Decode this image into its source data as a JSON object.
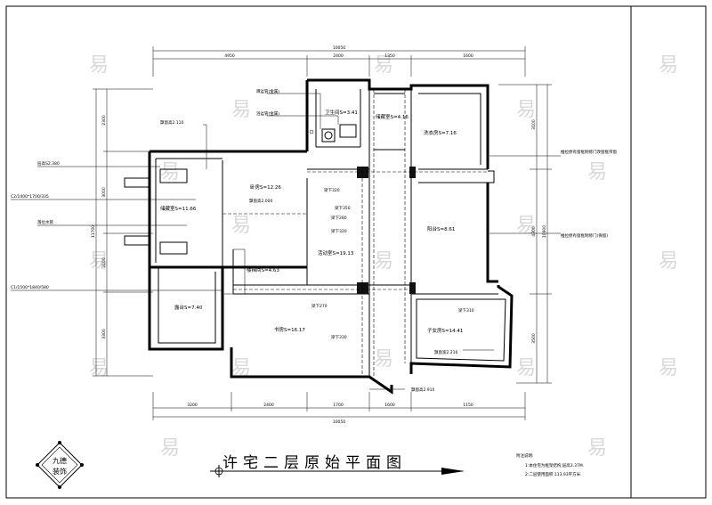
{
  "title": "许宅二层原始平面图",
  "logo_text": [
    "九德",
    "装饰"
  ],
  "rooms": {
    "bath": "卫生间S=3.41",
    "storage_top": "储藏室S=4.16",
    "laundry": "洗衣房S=7.16",
    "bedroom": "卧房S=12.26",
    "storage_left": "储藏室S=11.66",
    "activity": "活动室S=19.13",
    "stair": "楼梯间S=4.63",
    "balcony": "阳台S=8.61",
    "terrace": "露台S=7.40",
    "study": "书房S=16.17",
    "child_room": "子女房S=14.41"
  },
  "callouts": {
    "bath_fixture1": "蹲盆管(金属)",
    "bath_fixture2": "浴盆管(金属)",
    "window_bay1": "飘窗高2.110",
    "floor_height": "层高S2.380",
    "c2_window": "C2/1400*1700/335",
    "downpipe": "落位水管",
    "c1_window": "C1/1500*1840/580",
    "bay_height": "飘窗高2.000",
    "laundry_door": "推拉原有窗框制修门改窗框带窗",
    "balcony_door": "推拉原有窗框制修门(保留)",
    "beam1": "梁下320",
    "beam2": "梁下350",
    "beam3": "梁下320",
    "beam4": "梁下280",
    "beam5": "梁下270",
    "beam6": "梁下330",
    "beam7": "梁下310",
    "bay_child": "飘窗宽2.216",
    "bay_bottom": "飘窗高2.910"
  },
  "dims_top": {
    "total": "10050",
    "segments": [
      "4950",
      "2400",
      "1350",
      "1600"
    ]
  },
  "dims_bottom": {
    "total": "10050",
    "segments": [
      "3200",
      "2400",
      "1700",
      "1600",
      "1150"
    ]
  },
  "dims_left": {
    "total": "11700",
    "segments": [
      "2300",
      "3000",
      "3100",
      "3300"
    ]
  },
  "dims_right": {
    "total": "10900",
    "segments": [
      "3100",
      "4300",
      "3500"
    ]
  },
  "notes": {
    "heading": "附注说明:",
    "line1": "1:本住宅为框架结构,层高3.37M.",
    "line2": "2:二层使用面积:113.93平方米."
  },
  "watermark": "易"
}
